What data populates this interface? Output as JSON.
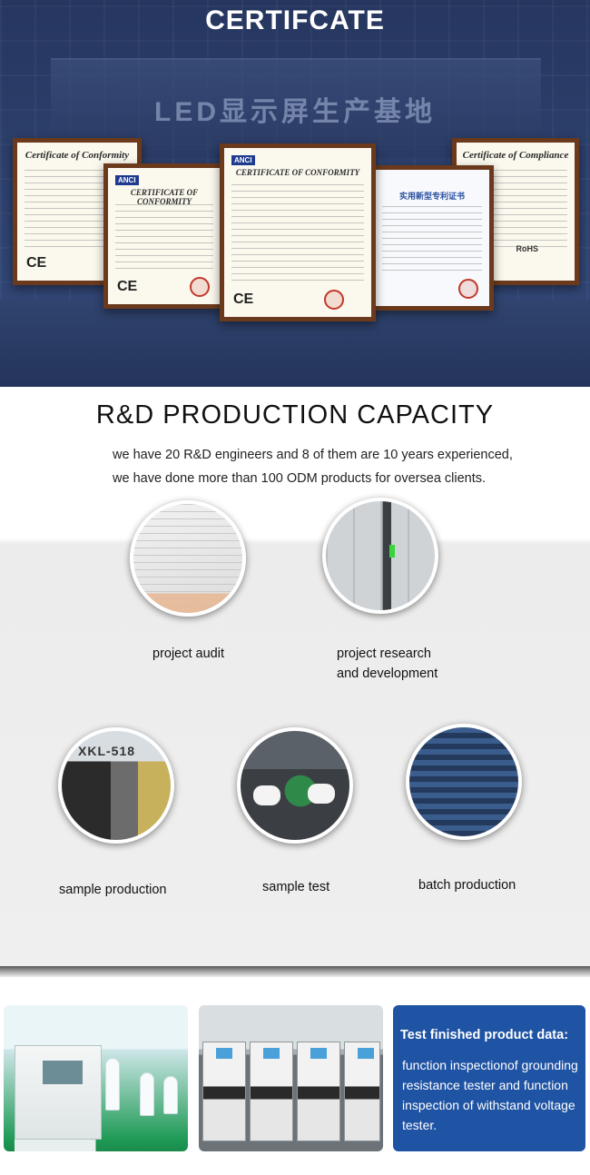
{
  "certificate_banner": {
    "title": "CERTIFCATE",
    "wall_sign": "LED显示屏生产基地",
    "certificates": [
      {
        "heading": "Certificate of Conformity",
        "mark": "CE"
      },
      {
        "badge": "ANCI",
        "heading": "CERTIFICATE OF CONFORMITY",
        "mark": "CE"
      },
      {
        "badge": "ANCI",
        "heading": "CERTIFICATE OF CONFORMITY",
        "mark": "CE"
      },
      {
        "heading": "实用新型专利证书"
      },
      {
        "heading": "Certificate of Compliance",
        "mark": "RoHS"
      }
    ]
  },
  "rd_section": {
    "title": "R&D PRODUCTION CAPACITY",
    "description_line1": "we have 20 R&D engineers and 8 of them are 10 years experienced,",
    "description_line2": "we have done more than 100 ODM products for oversea clients.",
    "steps": [
      {
        "label": "project audit",
        "icon": "document-photo"
      },
      {
        "label_line1": "project research",
        "label_line2": "and development",
        "icon": "circuit-board-photo"
      },
      {
        "label": "sample production",
        "machine_text": "XKL-518",
        "icon": "machine-photo"
      },
      {
        "label": "sample test",
        "icon": "testing-photo"
      },
      {
        "label": "batch production",
        "icon": "production-line-photo"
      }
    ]
  },
  "bottom": {
    "info_title": "Test finished product data:",
    "info_text": "function inspectionof grounding resistance tester and function inspection of withstand voltage tester.",
    "colors": {
      "info_bg": "#1f53a3",
      "banner_bg": "#2d416d"
    }
  }
}
